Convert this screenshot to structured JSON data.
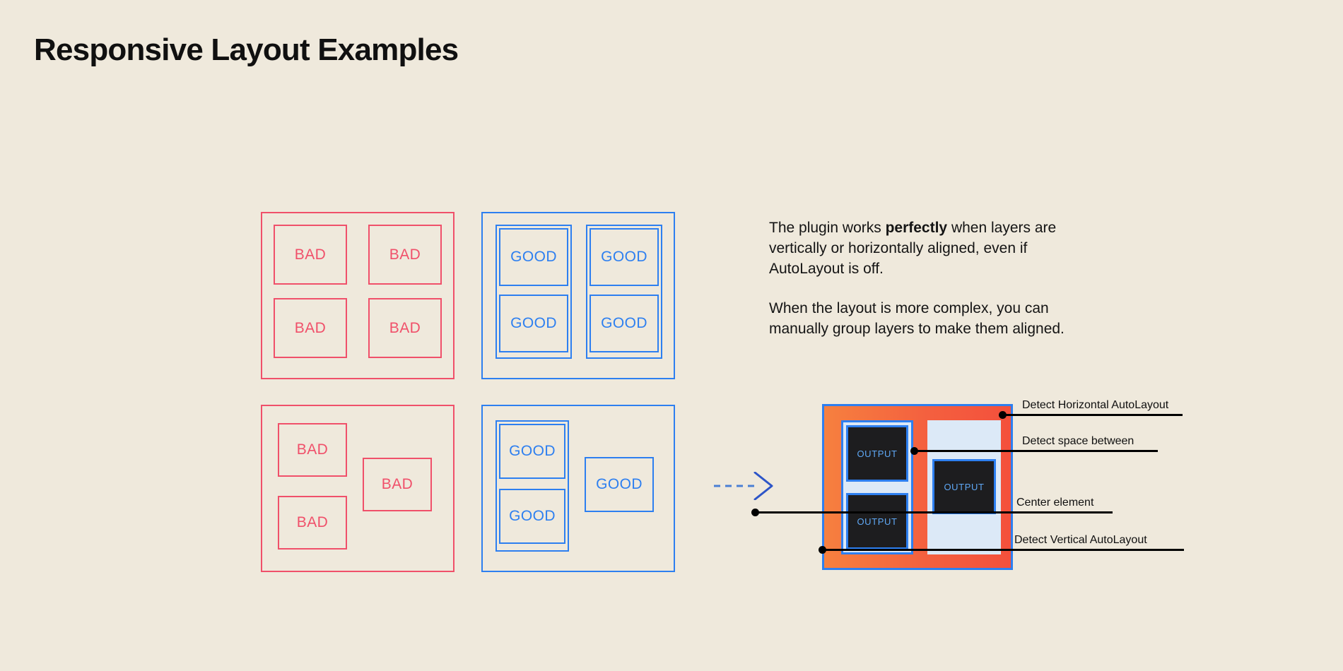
{
  "page": {
    "title": "Responsive Layout Examples",
    "background_color": "#efe9dc",
    "text_color": "#101010"
  },
  "colors": {
    "bad": "#f0506a",
    "good": "#2d7ff0",
    "orange": "#f6803f",
    "red": "#f4503c",
    "panel_light_blue": "#dce9f7",
    "chip_dark": "#1d1d1f",
    "chip_text": "#5fa8f5",
    "annotation": "#000000"
  },
  "examples": {
    "bad_label": "BAD",
    "good_label": "GOOD",
    "bad_grid": {
      "name": "bad-aligned-grid",
      "items": [
        "BAD",
        "BAD",
        "BAD",
        "BAD"
      ]
    },
    "good_grid": {
      "name": "good-aligned-grid",
      "items": [
        "GOOD",
        "GOOD",
        "GOOD",
        "GOOD"
      ]
    },
    "bad_free": {
      "name": "bad-complex-layout",
      "items": [
        "BAD",
        "BAD",
        "BAD"
      ]
    },
    "good_free": {
      "name": "good-complex-layout",
      "items": [
        "GOOD",
        "GOOD",
        "GOOD"
      ]
    }
  },
  "arrow": {
    "icon": "dashed-arrow-right-icon",
    "color": "#2d7ff0",
    "style": "dashed"
  },
  "description": {
    "paragraph_1_before": "The plugin works ",
    "paragraph_1_bold": "perfectly",
    "paragraph_1_after": " when layers are vertically or horizontally aligned, even if AutoLayout is off.",
    "paragraph_2": "When the layout is more complex, you can manually group layers to make them aligned."
  },
  "diagram": {
    "name": "annotated-output-diagram",
    "chip_label": "OUTPUT",
    "chips": [
      "OUTPUT",
      "OUTPUT",
      "OUTPUT"
    ],
    "callouts": [
      {
        "id": "detect-horizontal-autolayout",
        "label": "Detect Horizontal AutoLayout"
      },
      {
        "id": "detect-space-between",
        "label": "Detect space between"
      },
      {
        "id": "center-element",
        "label": "Center element"
      },
      {
        "id": "detect-vertical-autolayout",
        "label": "Detect Vertical AutoLayout"
      }
    ]
  }
}
